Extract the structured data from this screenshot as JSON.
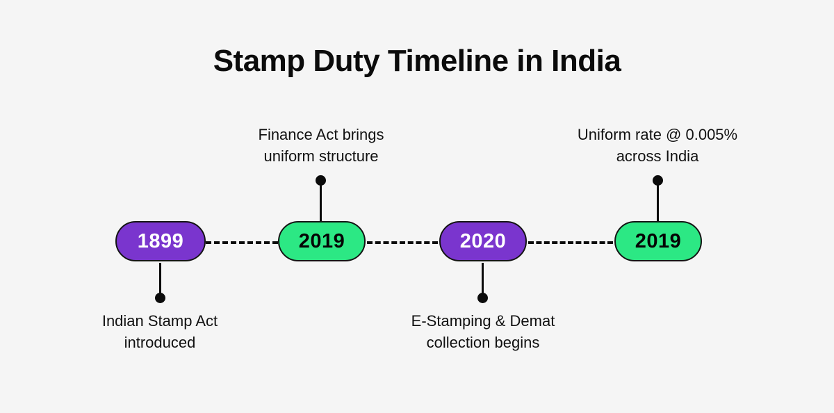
{
  "page": {
    "title": "Stamp Duty Timeline in India",
    "background_color": "#f5f5f5",
    "text_color": "#111111"
  },
  "theme": {
    "purple": "#7a35ce",
    "green": "#2ce884",
    "outline": "#141414",
    "pin": "#0b0b0b"
  },
  "timeline": {
    "milestones": [
      {
        "year": "1899",
        "color_name": "purple",
        "caption_line1": "Indian Stamp Act",
        "caption_line2": "introduced",
        "caption_position": "below"
      },
      {
        "year": "2019",
        "color_name": "green",
        "caption_line1": "Finance Act brings",
        "caption_line2": "uniform structure",
        "caption_position": "above"
      },
      {
        "year": "2020",
        "color_name": "purple",
        "caption_line1": "E-Stamping & Demat",
        "caption_line2": "collection begins",
        "caption_position": "below"
      },
      {
        "year": "2019",
        "color_name": "green",
        "caption_line1": "Uniform rate @ 0.005%",
        "caption_line2": "across India",
        "caption_position": "above"
      }
    ]
  }
}
